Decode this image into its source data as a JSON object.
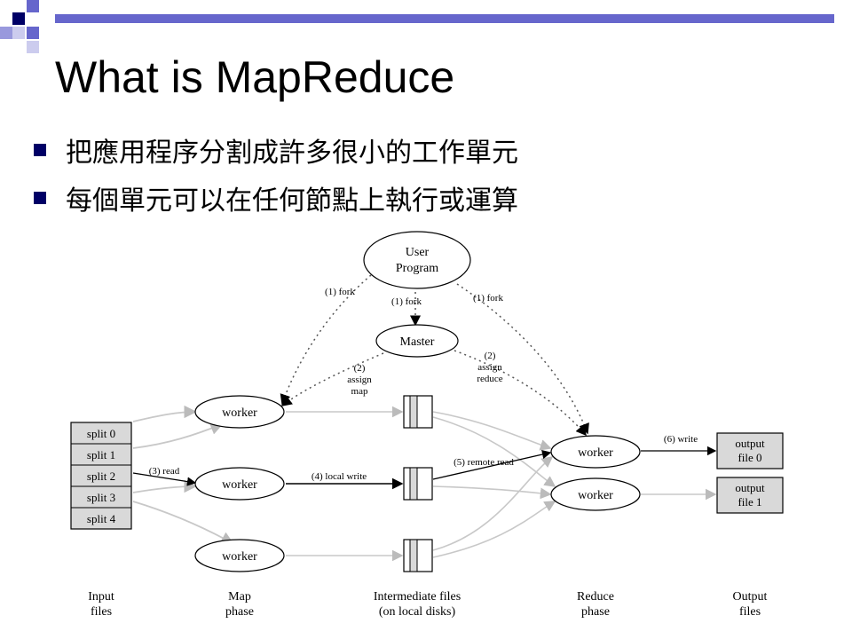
{
  "slide": {
    "title": "What is MapReduce",
    "bullets": [
      "把應用程序分割成許多很小的工作單元",
      "每個單元可以在任何節點上執行或運算"
    ]
  },
  "colors": {
    "accent": "#6666cc",
    "bullet": "#000066",
    "split_fill": "#d9d9d9",
    "file_fill": "#d9d9d9"
  },
  "diagram": {
    "user_program": [
      "User",
      "Program"
    ],
    "master": "Master",
    "fork_left": "(1) fork",
    "fork_center": "(1) fork",
    "fork_right": "(1) fork",
    "assign_map": [
      "(2)",
      "assign",
      "map"
    ],
    "assign_reduce": [
      "(2)",
      "assign",
      "reduce"
    ],
    "splits": [
      "split 0",
      "split 1",
      "split 2",
      "split 3",
      "split 4"
    ],
    "map_workers": [
      "worker",
      "worker",
      "worker"
    ],
    "reduce_workers": [
      "worker",
      "worker"
    ],
    "read_label": "(3) read",
    "local_write_label": "(4) local write",
    "remote_read_label": "(5) remote read",
    "write_label": "(6) write",
    "output_files": [
      [
        "output",
        "file 0"
      ],
      [
        "output",
        "file 1"
      ]
    ],
    "phase_labels": [
      [
        "Input",
        "files"
      ],
      [
        "Map",
        "phase"
      ],
      [
        "Intermediate files",
        "(on local disks)"
      ],
      [
        "Reduce",
        "phase"
      ],
      [
        "Output",
        "files"
      ]
    ]
  }
}
